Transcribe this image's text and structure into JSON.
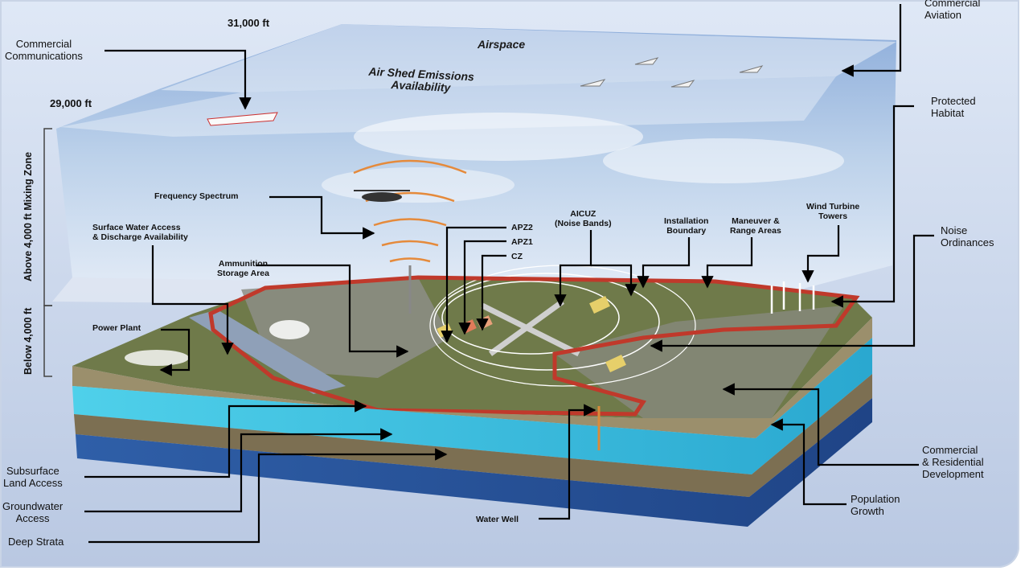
{
  "title_fragment": "g  ing      g  ",
  "altitude": {
    "top": "31,000 ft",
    "mid": "29,000 ft"
  },
  "layers": {
    "airspace": "Airspace",
    "airshed_line1": "Air Shed Emissions",
    "airshed_line2": "Availability"
  },
  "zones": {
    "above": "Above 4,000 ft Mixing Zone",
    "below": "Below 4,000 ft"
  },
  "labels": {
    "commercial_communications": [
      "Commercial",
      "Communications"
    ],
    "commercial_aviation": [
      "Commercial",
      "Aviation"
    ],
    "protected_habitat": [
      "Protected",
      "Habitat"
    ],
    "noise_ordinances": [
      "Noise",
      "Ordinances"
    ],
    "frequency_spectrum": "Frequency Spectrum",
    "surface_water": [
      "Surface Water Access",
      "& Discharge Availability"
    ],
    "ammunition": [
      "Ammunition",
      "Storage Area"
    ],
    "power_plant": "Power Plant",
    "apz2": "APZ2",
    "apz1": "APZ1",
    "cz": "CZ",
    "aicuz": [
      "AICUZ",
      "(Noise Bands)"
    ],
    "installation_boundary": [
      "Installation",
      "Boundary"
    ],
    "maneuver": [
      "Maneuver &",
      "Range Areas"
    ],
    "wind_turbine": [
      "Wind Turbine",
      "Towers"
    ],
    "commercial_residential": [
      "Commercial",
      "& Residential",
      "Development"
    ],
    "population_growth": [
      "Population",
      "Growth"
    ],
    "subsurface": [
      "Subsurface",
      "Land Access"
    ],
    "groundwater": [
      "Groundwater",
      "Access"
    ],
    "deep_strata": "Deep Strata",
    "water_well": "Water Well"
  },
  "colors": {
    "boundary": "#c0392b",
    "arrow": "#000000",
    "water": "#3cc3e0",
    "terrain": "#6f7a4a"
  }
}
